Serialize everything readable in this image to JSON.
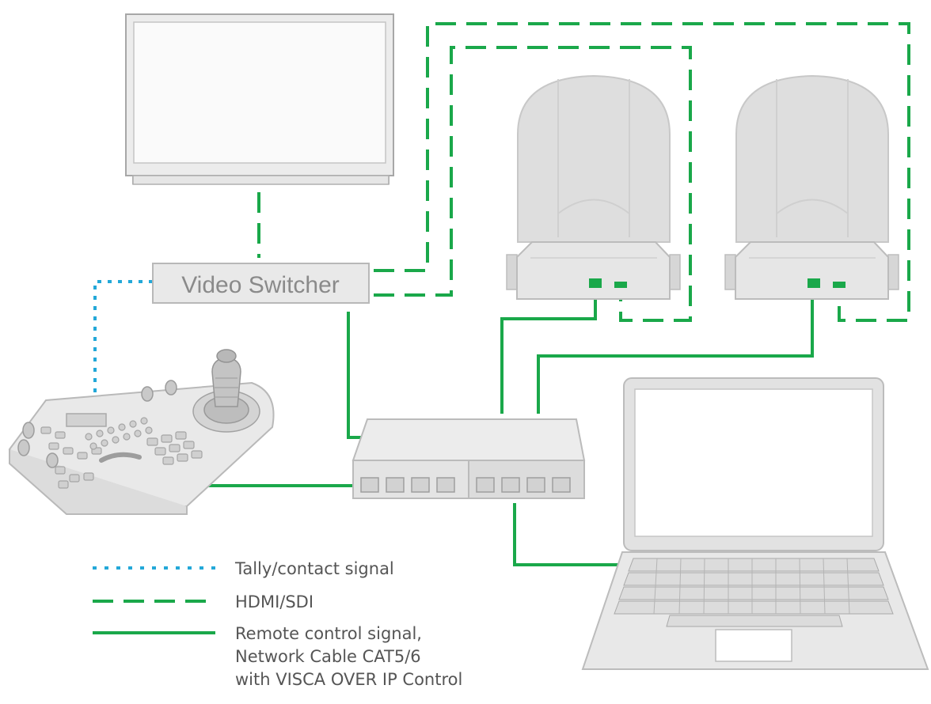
{
  "switcher": {
    "label": "Video Switcher"
  },
  "legend": {
    "items": [
      {
        "key": "tally",
        "style": "dotted",
        "color": "#23a8d8",
        "lines": [
          "Tally/contact signal"
        ]
      },
      {
        "key": "hdmi",
        "style": "dashed",
        "color": "#1aa84a",
        "lines": [
          "HDMI/SDI"
        ]
      },
      {
        "key": "network",
        "style": "solid",
        "color": "#1aa84a",
        "lines": [
          "Remote control signal,",
          "Network Cable CAT5/6",
          "with VISCA OVER IP Control"
        ]
      }
    ]
  },
  "colors": {
    "cable_green": "#1aa84a",
    "tally_blue": "#23a8d8",
    "device_fill": "#e8e8e8",
    "device_stroke": "#bdbdbd"
  }
}
